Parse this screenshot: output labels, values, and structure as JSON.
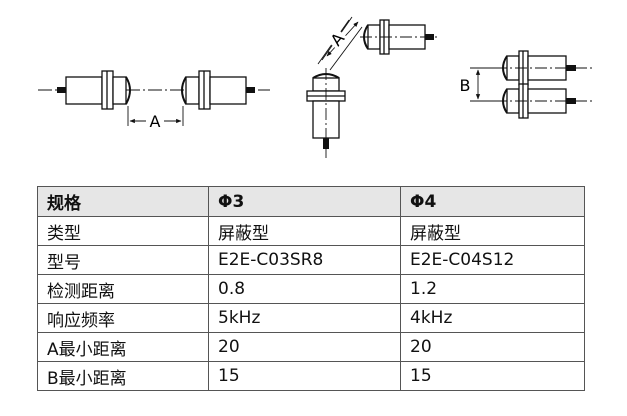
{
  "diagram": {
    "dimension_labels": {
      "a_horizontal": "A",
      "a_diagonal": "A",
      "b_vertical": "B"
    }
  },
  "table": {
    "headers": [
      "规格",
      "Φ3",
      "Φ4"
    ],
    "rows": [
      [
        "类型",
        "屏蔽型",
        "屏蔽型"
      ],
      [
        "型号",
        "E2E-C03SR8",
        "E2E-C04S12"
      ],
      [
        "检测距离",
        "0.8",
        "1.2"
      ],
      [
        "响应频率",
        "5kHz",
        "4kHz"
      ],
      [
        "A最小距离",
        "20",
        "20"
      ],
      [
        "B最小距离",
        "15",
        "15"
      ]
    ]
  }
}
